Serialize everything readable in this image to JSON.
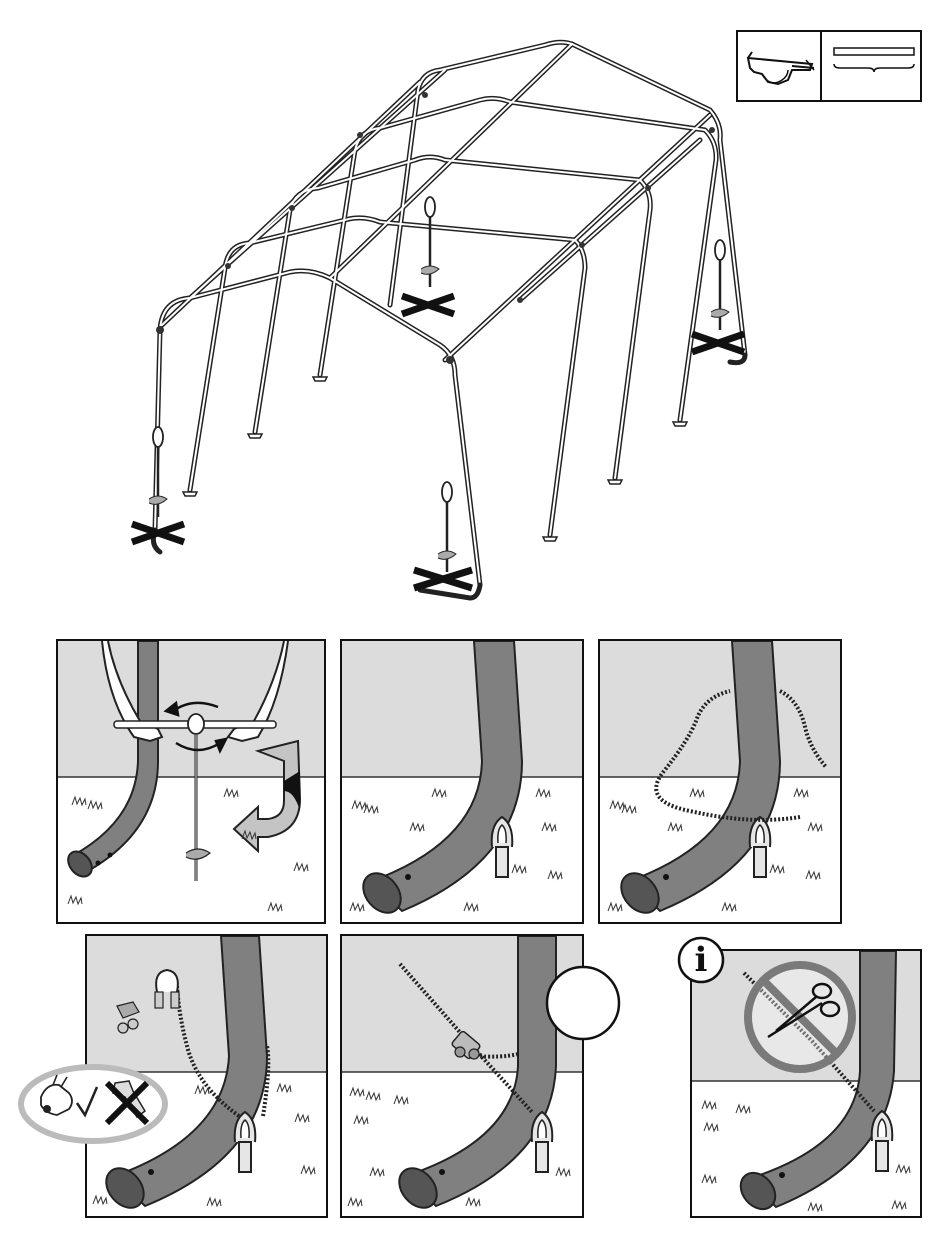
{
  "page": {
    "tools_box": {
      "icons": [
        "safety-glasses-icon",
        "rod-length-icon"
      ]
    },
    "overview": {
      "icons": [
        "shelter-frame",
        "ground-anchor-icon",
        "anchor-position-cross-icon"
      ]
    },
    "steps": [
      {
        "id": "step-1",
        "icons": [
          "hands-icon",
          "rotate-arrow-icon",
          "ground-anchor-icon",
          "twist-arrow-icon"
        ]
      },
      {
        "id": "step-2",
        "icons": [
          "anchor-eye-icon"
        ]
      },
      {
        "id": "step-3",
        "icons": [
          "cable-icon",
          "anchor-eye-icon"
        ]
      },
      {
        "id": "step-4",
        "icons": [
          "cable-clamp-icon",
          "hand-tighten-ok-icon",
          "no-wrench-icon"
        ]
      },
      {
        "id": "step-5",
        "icons": [
          "cable-clamp-icon",
          "blank-circle-icon"
        ]
      },
      {
        "id": "step-6",
        "icons": [
          "info-icon",
          "no-cutting-icon"
        ]
      }
    ],
    "info_badge": {
      "label": "i"
    },
    "colors": {
      "ground_gray": "#dcdcdc",
      "leg_gray": "#808080",
      "line": "#111111",
      "forbidden_gray": "#7a7a7a"
    }
  }
}
